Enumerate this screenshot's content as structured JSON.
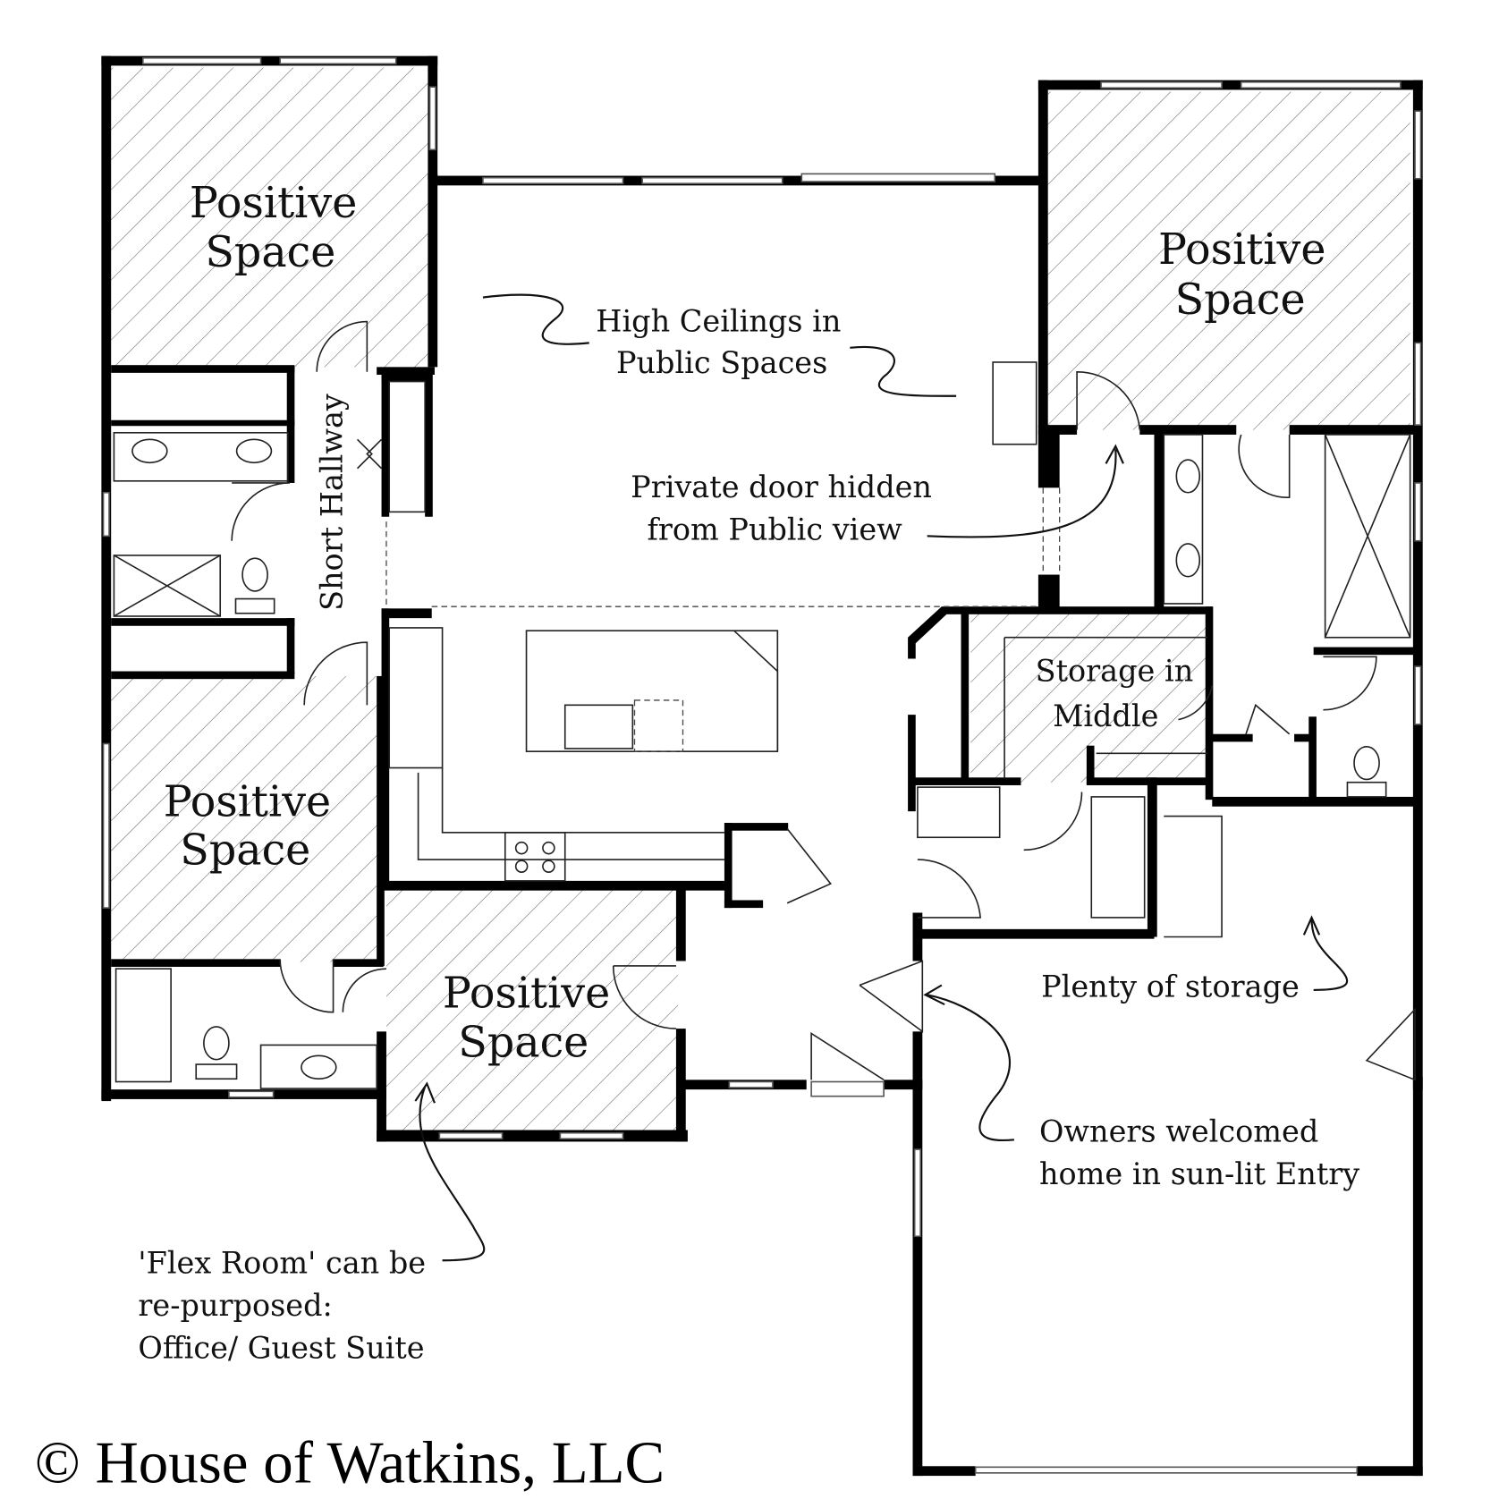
{
  "labels": {
    "positive_space_line1": "Positive",
    "positive_space_line2": "Space",
    "short_hallway": "Short Hallway",
    "high_ceilings_line1": "High Ceilings in",
    "high_ceilings_line2": "Public Spaces",
    "private_door_line1": "Private door hidden",
    "private_door_line2": "from Public view",
    "storage_line1": "Storage in",
    "storage_line2": "Middle",
    "plenty_storage": "Plenty of storage",
    "owners_line1": "Owners welcomed",
    "owners_line2": "home in sun-lit Entry",
    "flex_line1": "'Flex Room' can be",
    "flex_line2": "re-purposed:",
    "flex_line3": "Office/ Guest Suite"
  },
  "copyright": "© House of Watkins, LLC"
}
